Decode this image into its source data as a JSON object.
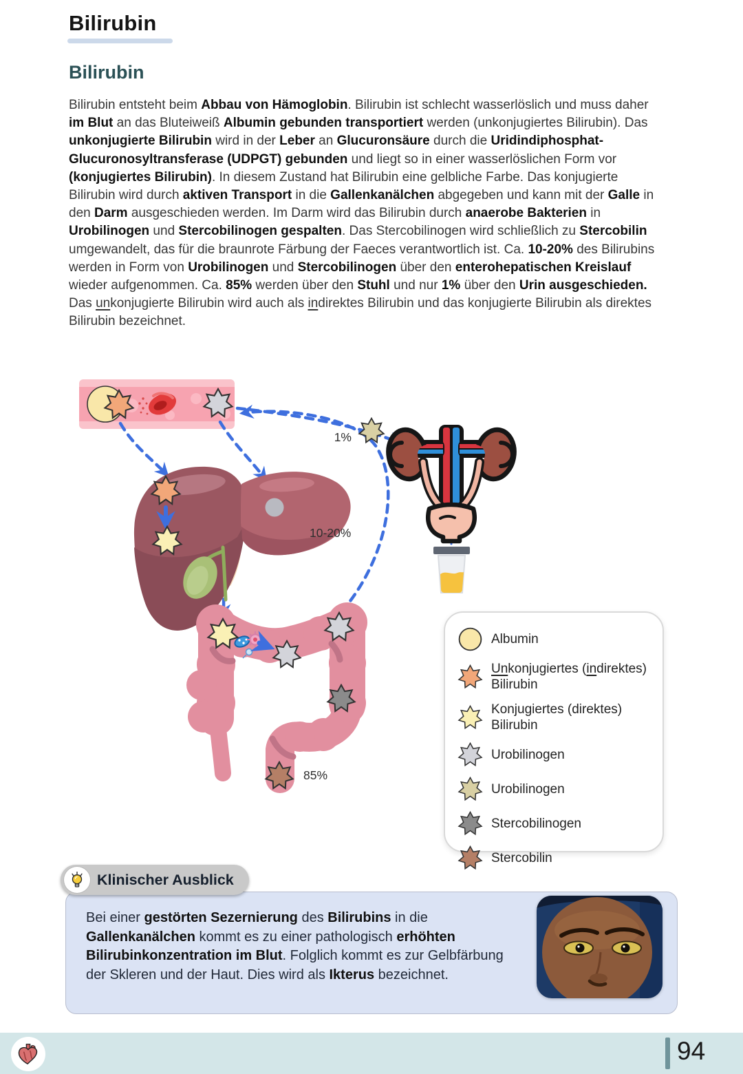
{
  "page": {
    "title": "Bilirubin",
    "page_number": "94"
  },
  "article": {
    "heading": "Bilirubin",
    "paragraph": [
      {
        "t": "Bilirubin entsteht beim "
      },
      {
        "t": "Abbau von Hämoglobin",
        "b": 1
      },
      {
        "t": ". Bilirubin ist schlecht wasserlöslich und muss daher "
      },
      {
        "t": "im Blut",
        "b": 1
      },
      {
        "t": " an das Bluteiweiß "
      },
      {
        "t": "Albumin gebunden transportiert",
        "b": 1
      },
      {
        "t": " werden (unkonjugiertes Bilirubin). Das "
      },
      {
        "t": "unkonjugierte Bilirubin",
        "b": 1
      },
      {
        "t": " wird in der "
      },
      {
        "t": "Leber",
        "b": 1
      },
      {
        "t": " an "
      },
      {
        "t": "Glucuronsäure",
        "b": 1
      },
      {
        "t": " durch die "
      },
      {
        "t": "Uridindiphosphat-Glucuronosyltransferase (UDPGT) gebunden",
        "b": 1
      },
      {
        "t": " und liegt so in einer wasserlöslichen Form vor "
      },
      {
        "t": "(konjugiertes Bilirubin)",
        "b": 1
      },
      {
        "t": ". In diesem Zustand hat Bilirubin eine gelbliche Farbe. Das konjugierte Bilirubin wird durch "
      },
      {
        "t": "aktiven Transport",
        "b": 1
      },
      {
        "t": " in die "
      },
      {
        "t": "Gallenkanälchen",
        "b": 1
      },
      {
        "t": " abgegeben und kann mit der "
      },
      {
        "t": "Galle",
        "b": 1
      },
      {
        "t": " in den "
      },
      {
        "t": "Darm",
        "b": 1
      },
      {
        "t": " ausgeschieden werden. Im Darm wird das Bilirubin durch "
      },
      {
        "t": "anaerobe Bakterien",
        "b": 1
      },
      {
        "t": " in "
      },
      {
        "t": "Urobilinogen",
        "b": 1
      },
      {
        "t": " und "
      },
      {
        "t": "Stercobilinogen gespalten",
        "b": 1
      },
      {
        "t": ". Das Stercobilinogen wird schließlich zu "
      },
      {
        "t": "Stercobilin",
        "b": 1
      },
      {
        "t": " umgewandelt, das für die braunrote Färbung der Faeces verantwortlich ist. Ca. "
      },
      {
        "t": "10-20%",
        "b": 1
      },
      {
        "t": " des Bilirubins werden in Form von "
      },
      {
        "t": "Urobilinogen",
        "b": 1
      },
      {
        "t": " und "
      },
      {
        "t": "Stercobilinogen",
        "b": 1
      },
      {
        "t": " über den "
      },
      {
        "t": "enterohepatischen Kreislauf",
        "b": 1
      },
      {
        "t": " wieder aufgenommen. Ca. "
      },
      {
        "t": "85%",
        "b": 1
      },
      {
        "t": " werden über den "
      },
      {
        "t": "Stuhl",
        "b": 1
      },
      {
        "t": " und nur "
      },
      {
        "t": "1%",
        "b": 1
      },
      {
        "t": " über den "
      },
      {
        "t": "Urin ausgeschieden.",
        "b": 1
      },
      {
        "t": " Das "
      },
      {
        "t": "un",
        "u": 1
      },
      {
        "t": "konjugierte Bilirubin wird auch als "
      },
      {
        "t": "in",
        "u": 1
      },
      {
        "t": "direktes Bilirubin und das konjugierte Bilirubin als direktes Bilirubin bezeichnet."
      }
    ]
  },
  "diagram": {
    "labels": {
      "kidney_pct": "1%",
      "enterohepatic_pct": "10-20%",
      "stool_pct": "85%"
    },
    "colors": {
      "arrow": "#3e6fde",
      "vessel_outer": "#fac3cb",
      "vessel_inner": "#f7a3b0",
      "liver_left": "#9b5761",
      "liver_left_dark": "#8a4c57",
      "liver_right": "#b2656f",
      "liver_band": "#f4d7b5",
      "gallbladder": "#a9c077",
      "intestine": "#e28f9f",
      "intestine_dark": "#c07487",
      "kidney": "#9c4f41",
      "urine": "#f6c23e"
    }
  },
  "legend": {
    "items": [
      {
        "name": "albumin",
        "shape": "circle",
        "color": "#f9e7a9",
        "label": "Albumin"
      },
      {
        "name": "unconjugated-bilirubin",
        "shape": "star",
        "color": "#f2a779",
        "label_rich": [
          {
            "t": "Un",
            "u": 1
          },
          {
            "t": "konjugiertes ("
          },
          {
            "t": "in",
            "u": 1
          },
          {
            "t": "direktes) Bilirubin"
          }
        ]
      },
      {
        "name": "conjugated-bilirubin",
        "shape": "star",
        "color": "#faf0b5",
        "label": "Konjugiertes (direktes) Bilirubin"
      },
      {
        "name": "urobilinogen-blood",
        "shape": "star",
        "color": "#d3d4da",
        "label": "Urobilinogen"
      },
      {
        "name": "urobilinogen-urine",
        "shape": "star",
        "color": "#d9d0a4",
        "label": "Urobilinogen"
      },
      {
        "name": "stercobilinogen",
        "shape": "star",
        "color": "#8b8b8b",
        "label": "Stercobilinogen"
      },
      {
        "name": "stercobilin",
        "shape": "star",
        "color": "#b57f66",
        "label": "Stercobilin"
      }
    ]
  },
  "clinical": {
    "title": "Klinischer Ausblick",
    "paragraph": [
      {
        "t": "Bei einer "
      },
      {
        "t": "gestörten Sezernierung",
        "b": 1
      },
      {
        "t": " des "
      },
      {
        "t": "Bilirubins",
        "b": 1
      },
      {
        "t": " in die "
      },
      {
        "t": "Gallenkanälchen",
        "b": 1
      },
      {
        "t": " kommt es zu einer pathologisch "
      },
      {
        "t": "erhöhten Bilirubinkonzentration im Blut",
        "b": 1
      },
      {
        "t": ". Folglich kommt es zur Gelbfärbung der Skleren und der Haut. Dies wird als "
      },
      {
        "t": "Ikterus",
        "b": 1
      },
      {
        "t": " bezeichnet."
      }
    ]
  }
}
